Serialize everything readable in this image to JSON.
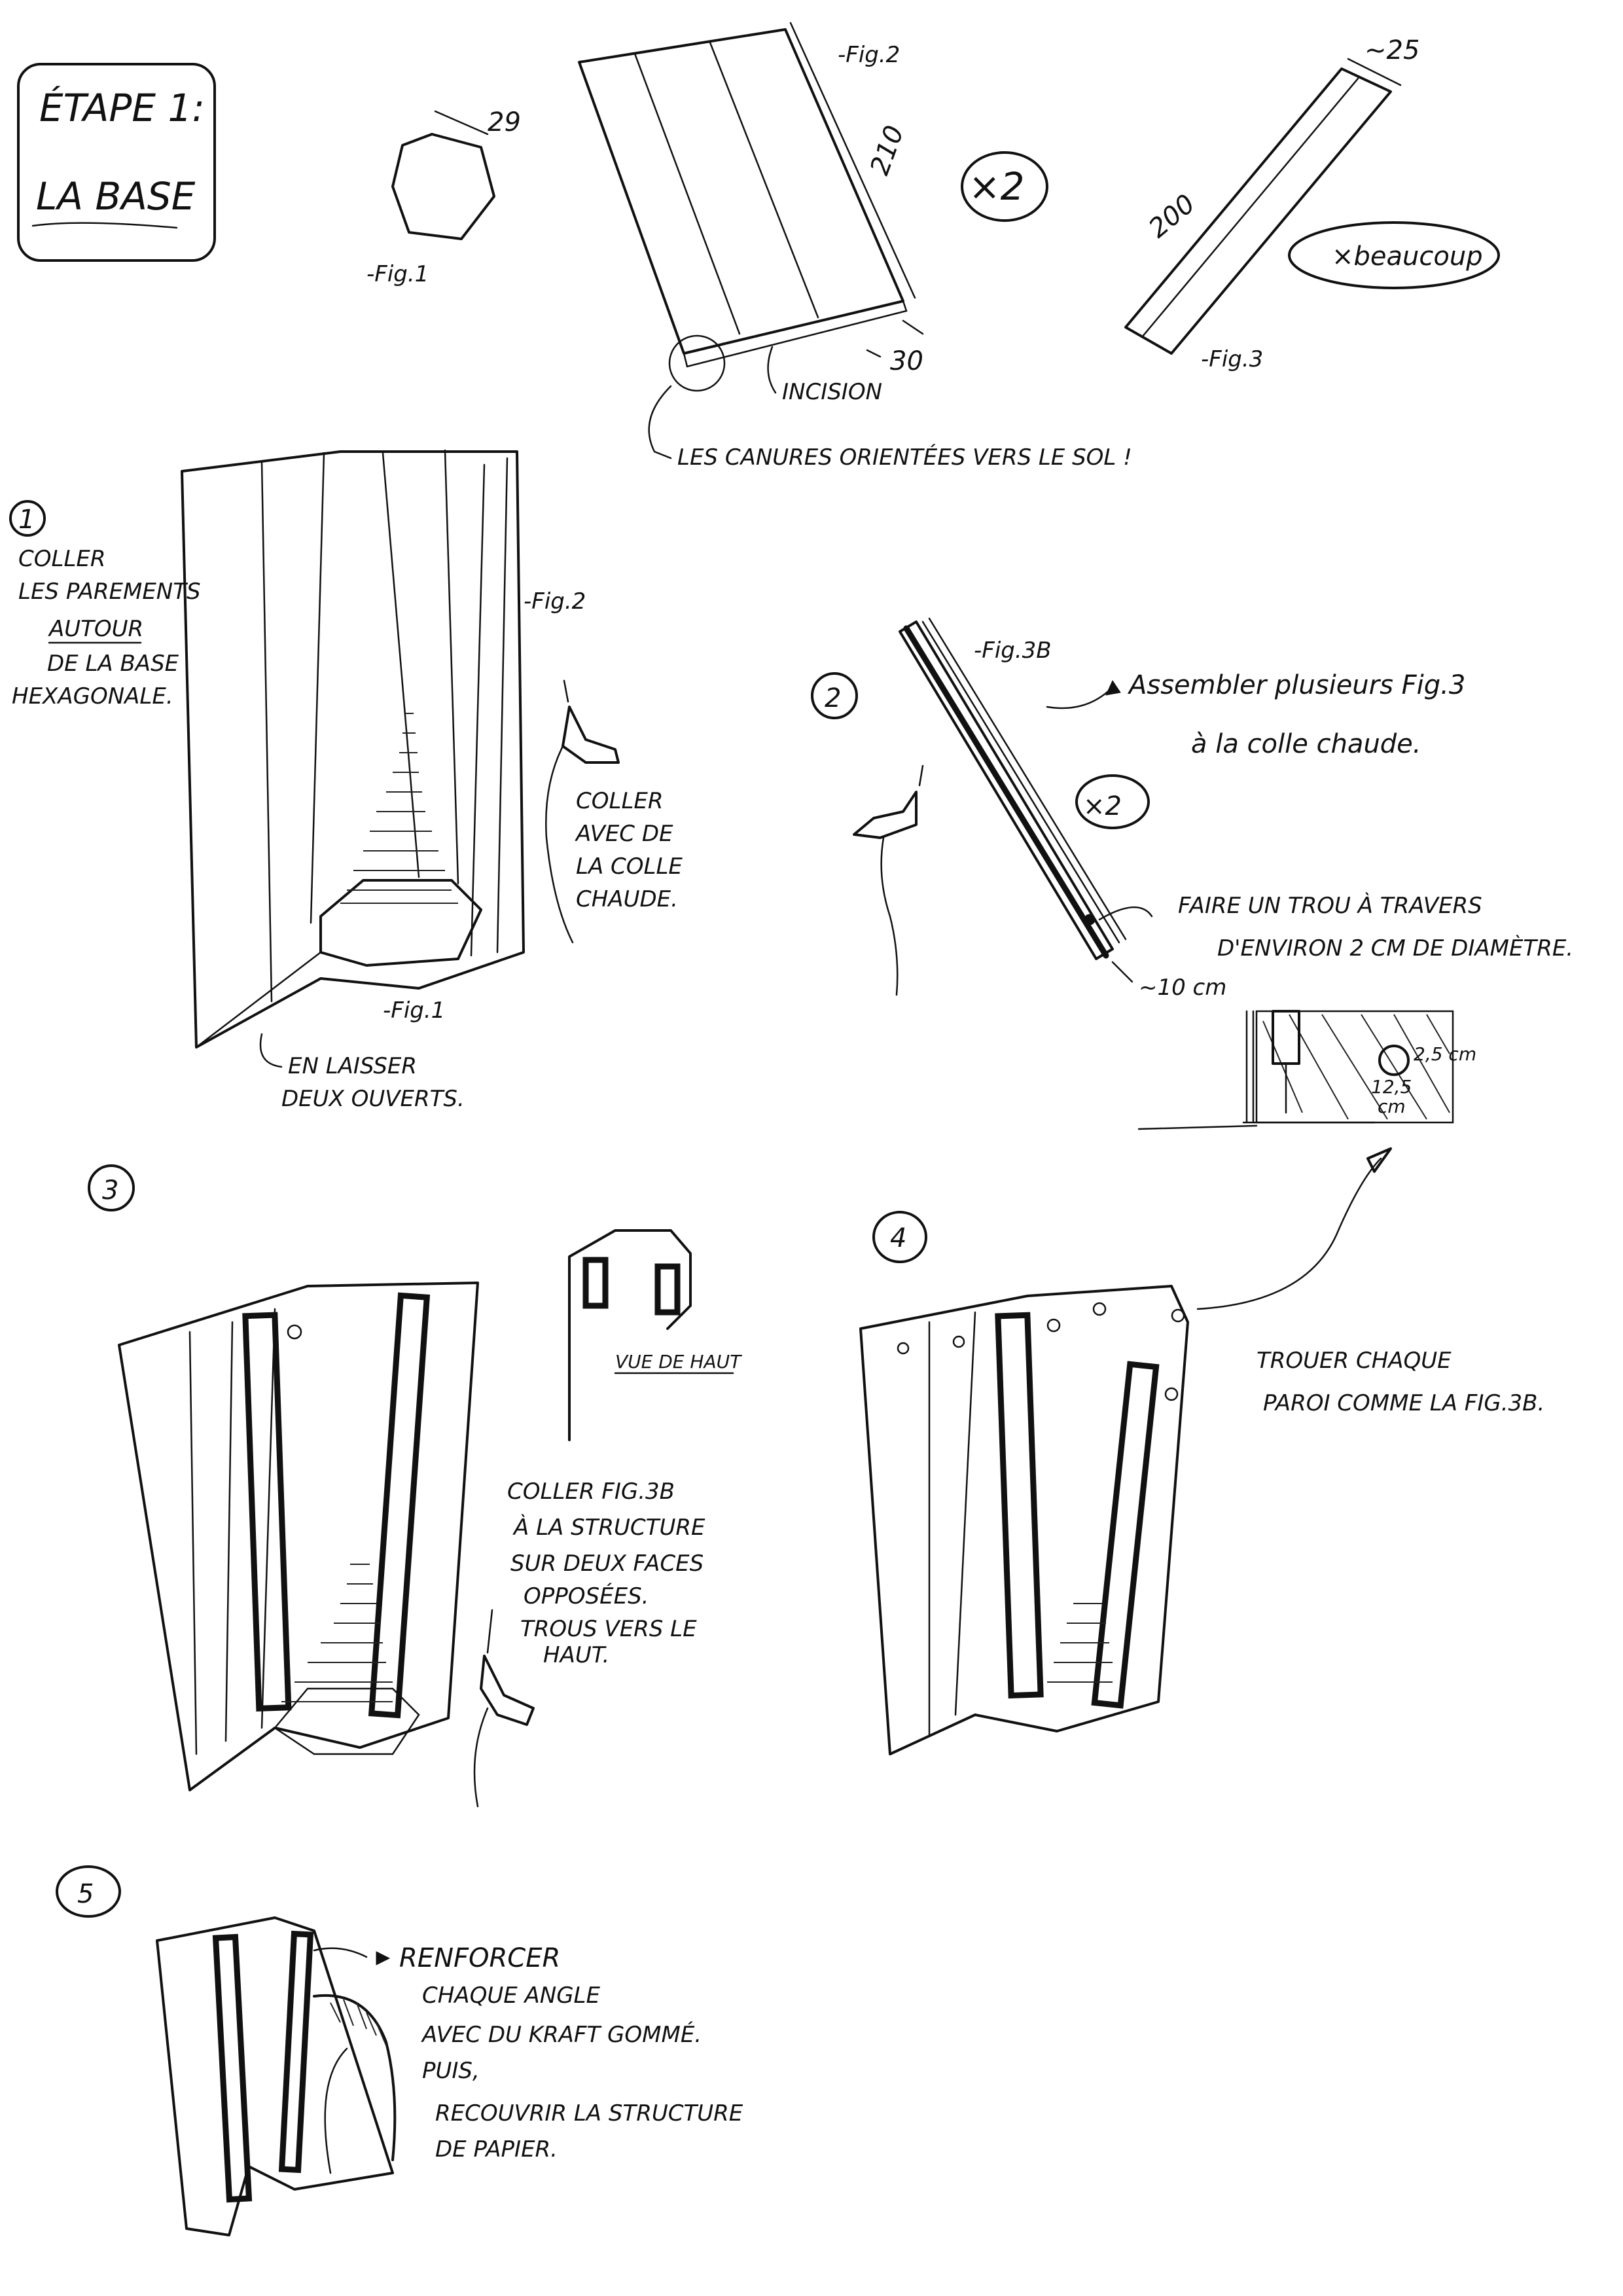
{
  "title_line1": "ÉTAPE 1:",
  "title_line2": "LA BASE",
  "figures": {
    "fig1": {
      "label": "-Fig.1",
      "dimension": "29"
    },
    "fig2": {
      "label": "-Fig.2",
      "length": "210",
      "width": "30",
      "multiplier": "×2",
      "incision": "INCISION"
    },
    "fig3": {
      "label": "-Fig.3",
      "length": "200",
      "width": "~25",
      "multiplier": "×beaucoup"
    },
    "canvas_note": "LES CANURES ORIENTÉES VERS LE SOL !"
  },
  "steps": [
    {
      "number": "1",
      "text": [
        "COLLER",
        "LES PAREMENTS",
        "AUTOUR",
        "DE LA BASE",
        "HEXAGONALE."
      ],
      "fig_label_top": "-Fig.2",
      "fig_label_bottom": "-Fig.1",
      "glue_text": [
        "COLLER",
        "AVEC DE",
        "LA COLLE",
        "CHAUDE."
      ],
      "open_text": [
        "EN LAISSER",
        "DEUX OUVERTS."
      ]
    },
    {
      "number": "2",
      "fig_label": "-Fig.3B",
      "assemble_text": [
        "Assembler plusieurs Fig.3",
        "à la colle chaude."
      ],
      "multiplier": "×2",
      "hole_text": [
        "FAIRE UN TROU À TRAVERS",
        "D'ENVIRON 2 CM DE DIAMÈTRE."
      ],
      "distance": "~10 cm",
      "detail_dim_a": "2,5 cm",
      "detail_dim_b": [
        "12,5",
        "cm"
      ]
    },
    {
      "number": "3",
      "top_view": "VUE DE HAUT",
      "text": [
        "COLLER FIG.3B",
        "À LA STRUCTURE",
        "SUR DEUX FACES",
        "OPPOSÉES.",
        "TROUS VERS LE",
        "HAUT."
      ]
    },
    {
      "number": "4",
      "text": [
        "TROUER CHAQUE",
        "PAROI COMME LA FIG.3B."
      ]
    },
    {
      "number": "5",
      "text": [
        "RENFORCER",
        "CHAQUE ANGLE",
        "AVEC DU KRAFT GOMMÉ.",
        "PUIS,",
        "RECOUVRIR LA STRUCTURE",
        "DE PAPIER."
      ]
    }
  ]
}
